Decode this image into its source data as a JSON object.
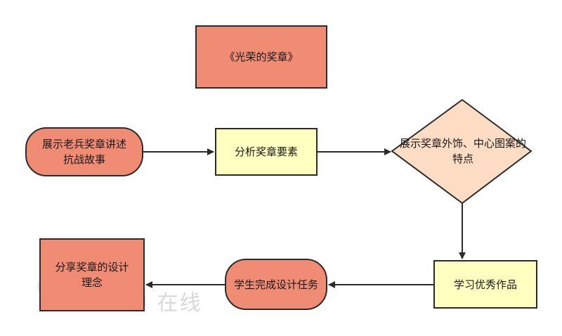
{
  "diagram": {
    "title": "《光荣的奖章》",
    "nodes": {
      "start": "展示老兵奖章讲述抗战故事",
      "analyze": "分析奖章要素",
      "features": "展示奖章外饰、中心图案的特点",
      "study": "学习优秀作品",
      "task": "学生完成设计任务",
      "concept": "分享奖章的设计理念"
    }
  },
  "watermark": "中  在线",
  "colors": {
    "salmon": "#f08b74",
    "yellow": "#ffffc0",
    "peach": "#ffdcc4",
    "stroke": "#2b2b2b"
  }
}
